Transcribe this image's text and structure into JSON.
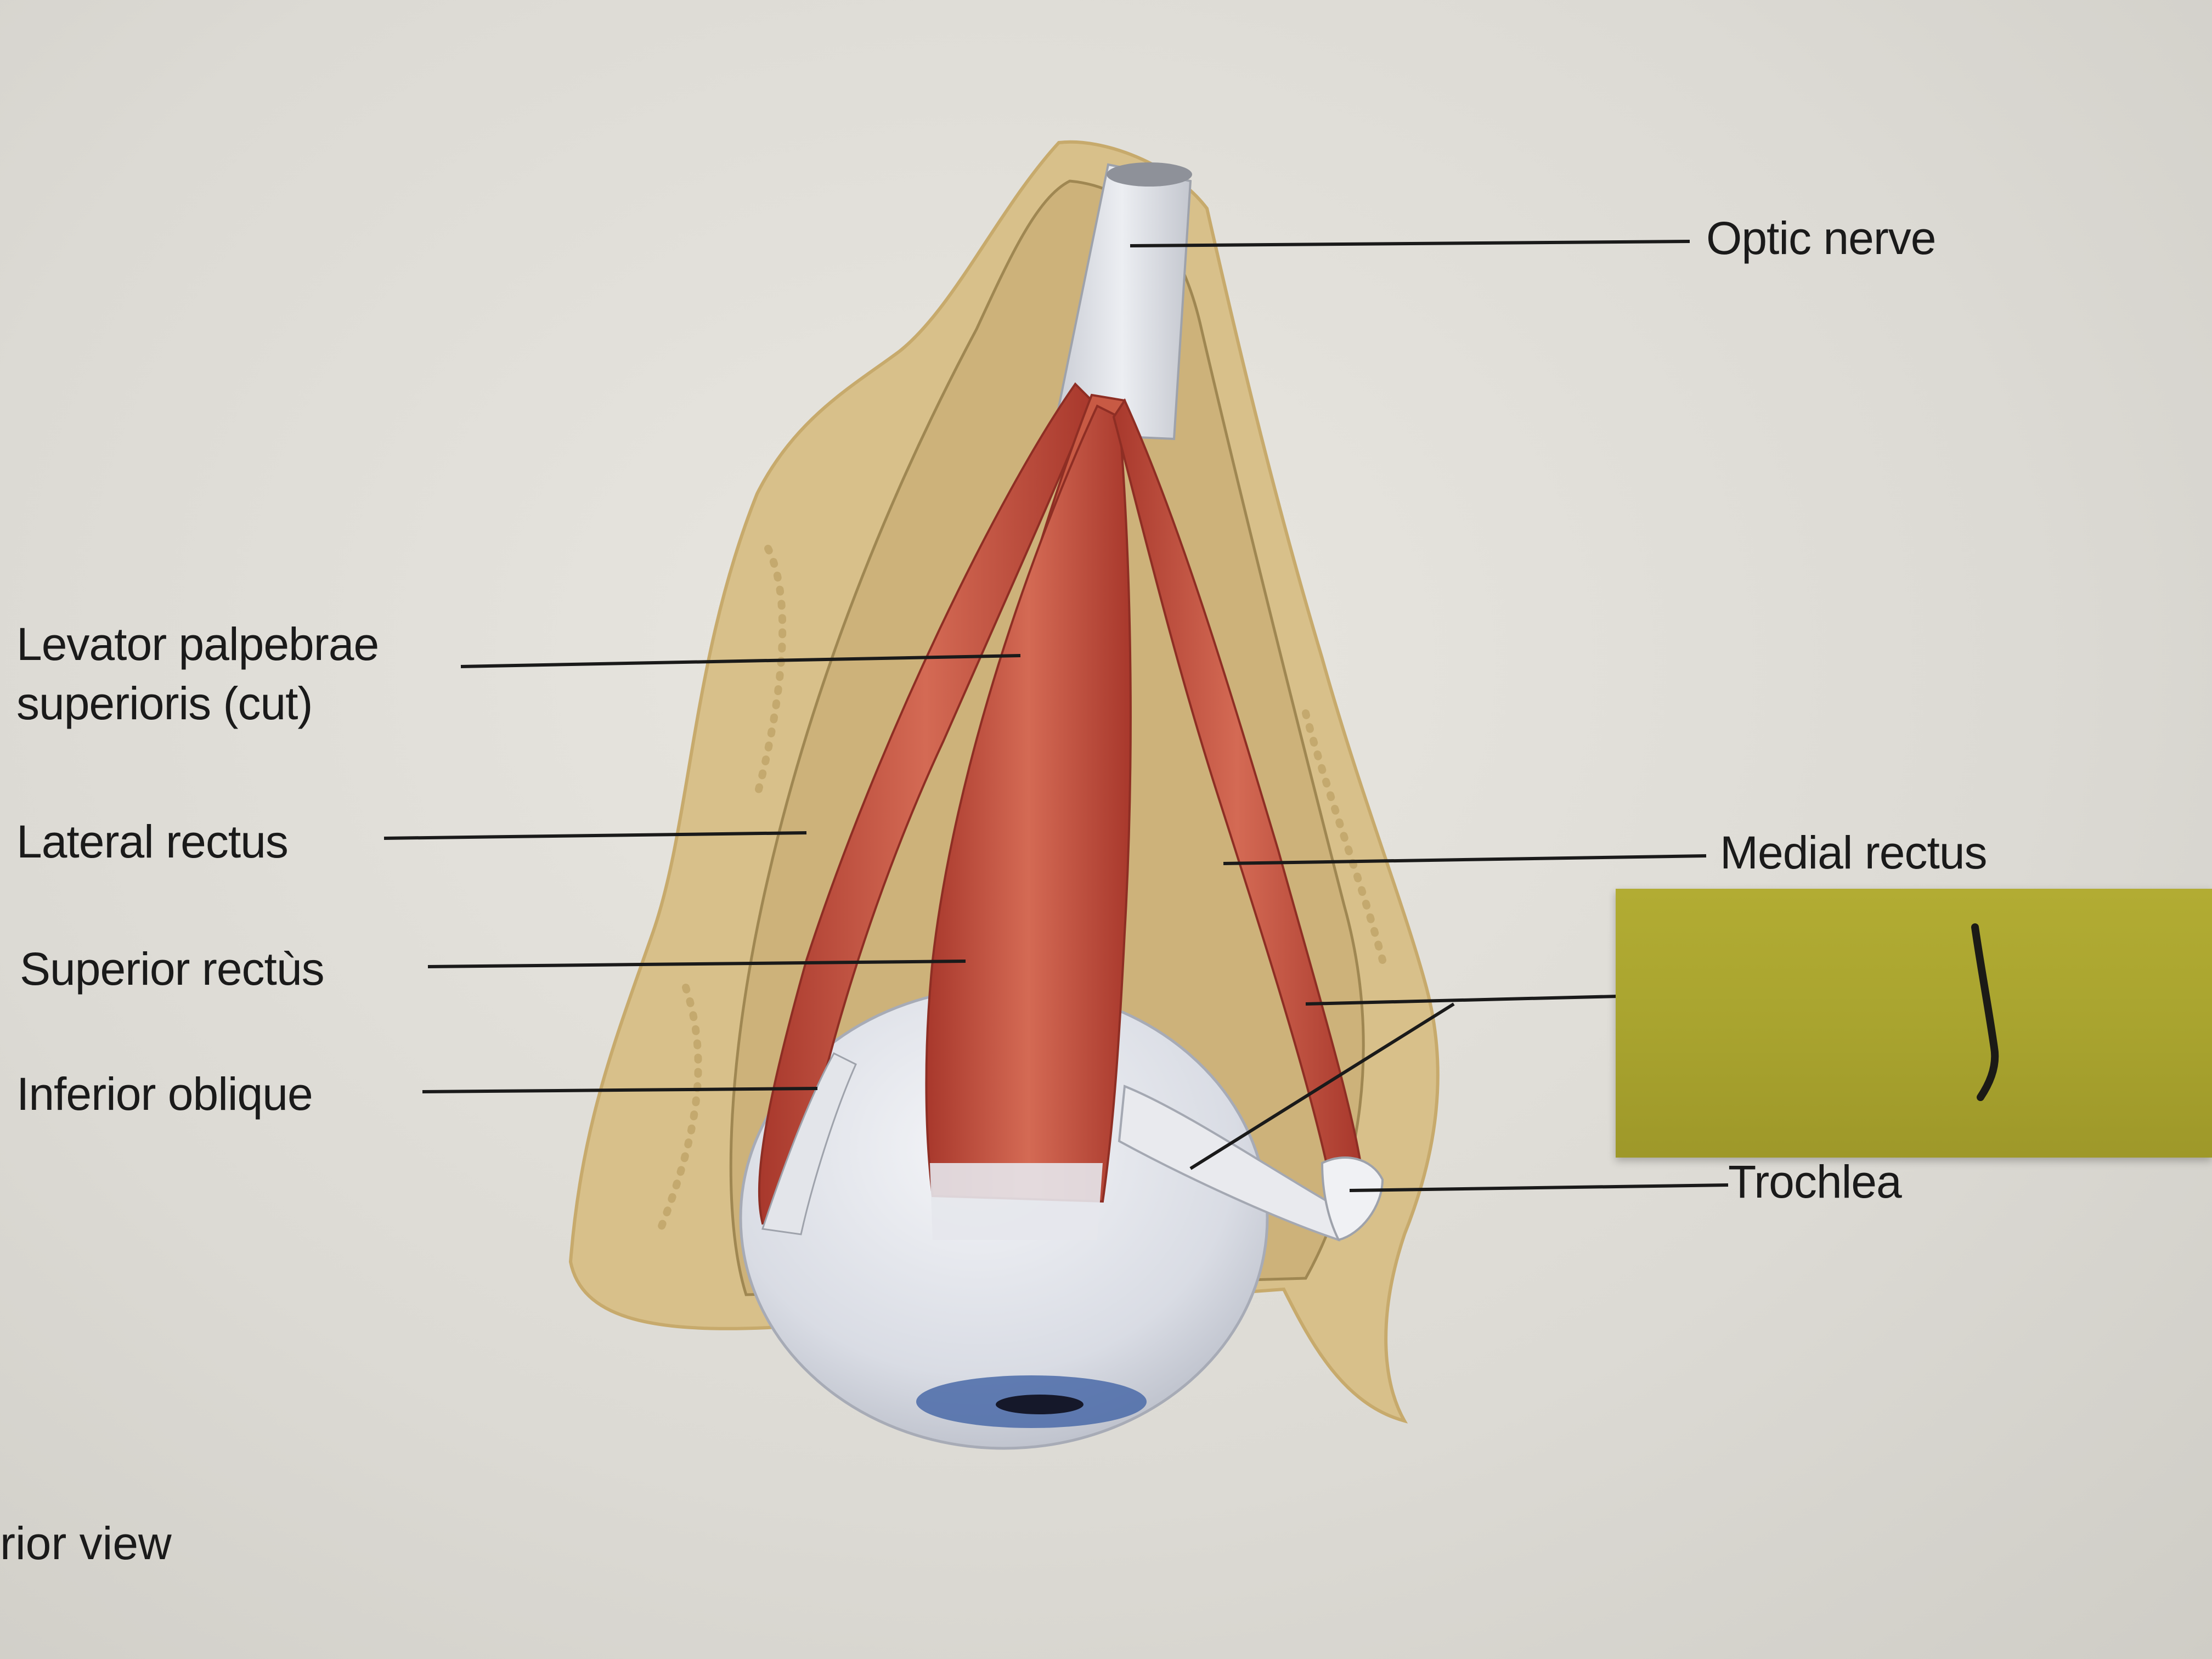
{
  "labels": {
    "optic_nerve": "Optic nerve",
    "levator": "Levator palpebrae superioris (cut)",
    "lateral_rectus": "Lateral rectus",
    "superior_rectus": "Superior rectùs",
    "inferior_oblique": "Inferior oblique",
    "medial_rectus": "Medial rectus",
    "trochlea": "Trochlea"
  },
  "caption": "rior view",
  "colors": {
    "background": "#dedcd6",
    "bone": "#d9c28d",
    "muscle": "#c8503c",
    "tendon": "#e8e8ec",
    "eyeball": "#dfe2e8",
    "cornea": "#4a6aa8",
    "leader_line": "#1a1a1a",
    "tape": "#aaa530"
  }
}
